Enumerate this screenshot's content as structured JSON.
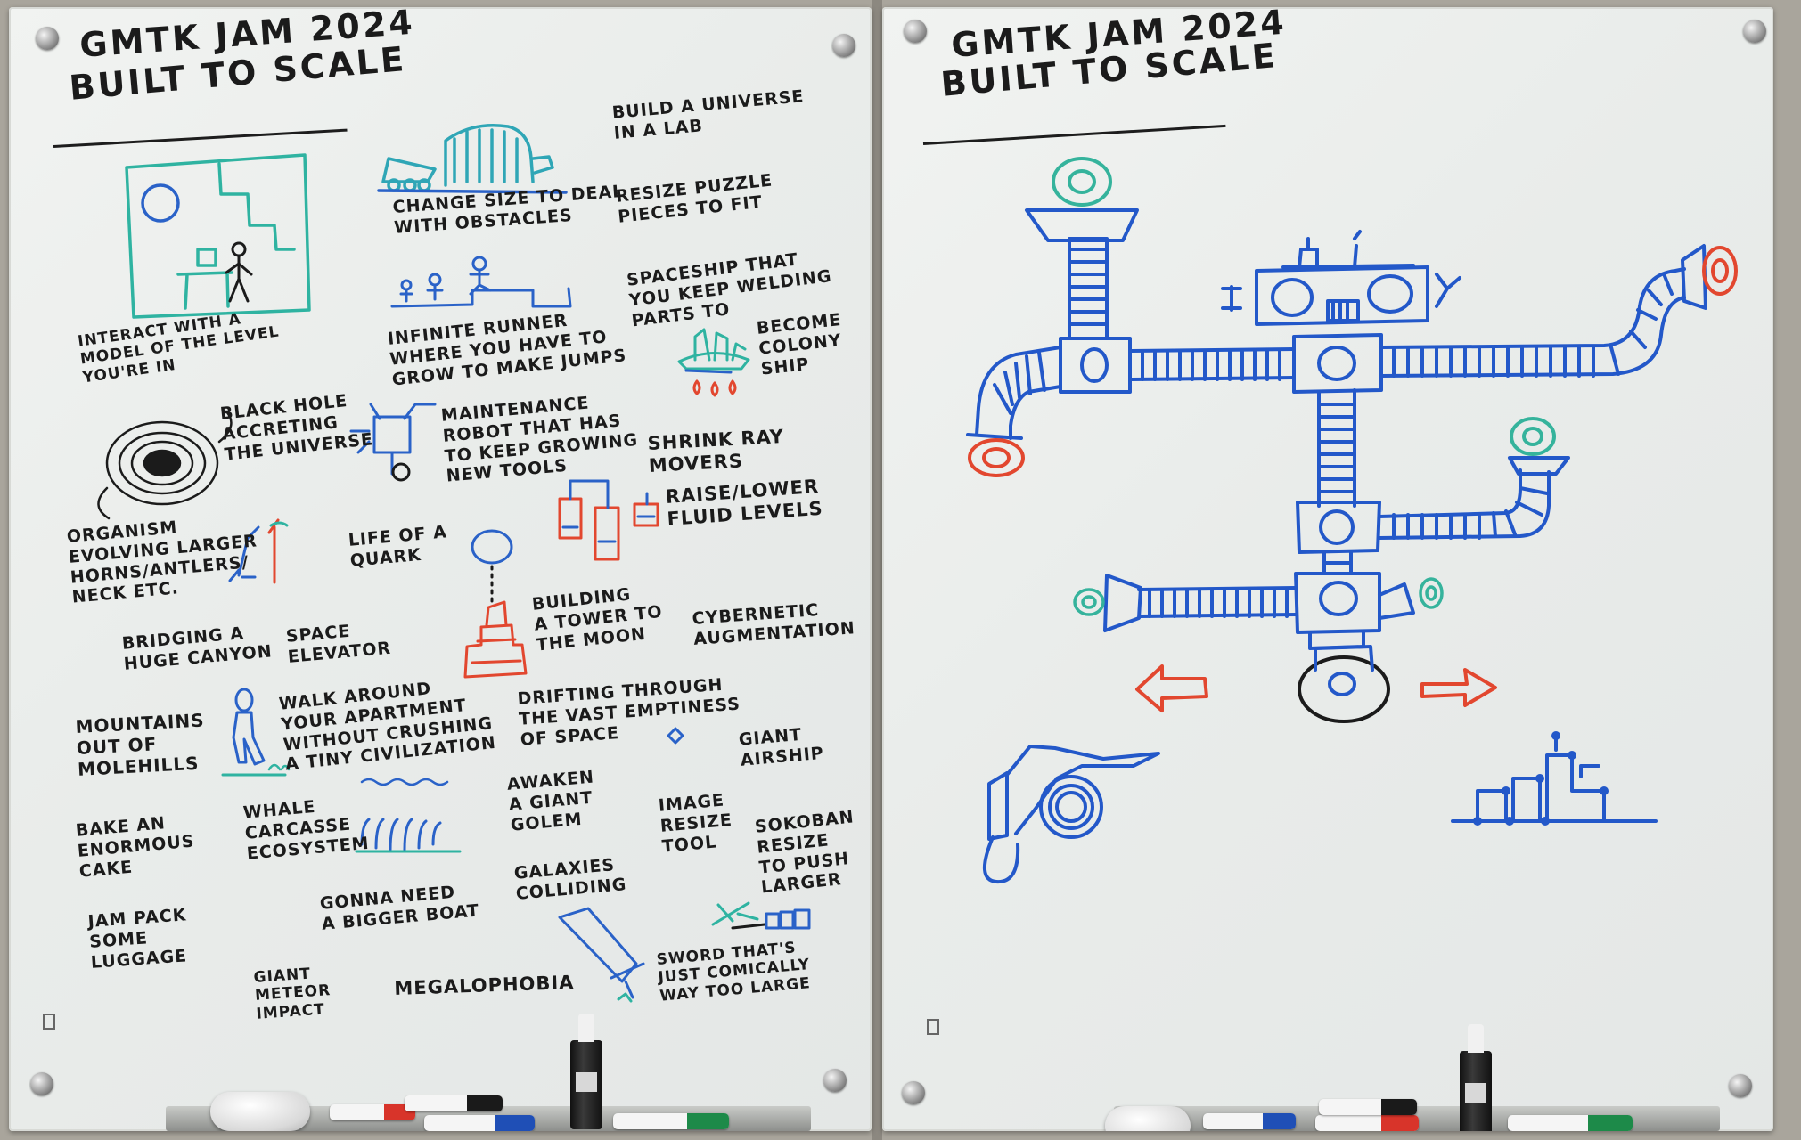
{
  "left_board": {
    "title_line1": "GMTK Jam 2024",
    "title_line2": "BUILT TO SCALE",
    "ideas": [
      "BUILD A UNIVERSE\nIN A LAB",
      "CHANGE SIZE TO DEAL\nWITH OBSTACLES",
      "RESIZE PUZZLE\nPIECES TO FIT",
      "INTERACT WITH A\nMODEL OF THE LEVEL\nYOU'RE IN",
      "SPACESHIP THAT\nYOU KEEP WELDING\nPARTS TO",
      "BECOME\nCOLONY\nSHIP",
      "INFINITE RUNNER\nWHERE YOU HAVE TO\nGROW TO MAKE JUMPS",
      "BLACK HOLE\nACCRETING\nTHE UNIVERSE",
      "MAINTENANCE\nROBOT THAT HAS\nTO KEEP GROWING\nNEW TOOLS",
      "SHRINK RAY MOVERS",
      "RAISE/LOWER\nFLUID LEVELS",
      "ORGANISM\nEVOLVING LARGER\nHORNS/ANTLERS/\nNECK ETC.",
      "LIFE OF A\nQUARK",
      "BUILDING\nA TOWER TO\nTHE MOON",
      "CYBERNETIC\nAUGMENTATION",
      "BRIDGING A\nHUGE CANYON",
      "SPACE\nELEVATOR",
      "DRIFTING THROUGH\nTHE VAST EMPTINESS\nOF SPACE",
      "MOUNTAINS\nOUT OF\nMOLEHILLS",
      "WALK AROUND\nYOUR APARTMENT\nWITHOUT CRUSHING\nA TINY CIVILIZATION",
      "GIANT\nAIRSHIP",
      "AWAKEN\nA GIANT\nGOLEM",
      "IMAGE\nRESIZE\nTOOL",
      "SOKOBAN\nRESIZE\nTO PUSH\nLARGER",
      "BAKE AN\nENORMOUS\nCAKE",
      "WHALE\nCARCASSE\nECOSYSTEM",
      "GALAXIES\nCOLLIDING",
      "GONNA NEED\nA BIGGER BOAT",
      "JAM PACK\nSOME\nLUGGAGE",
      "SWORD THAT'S\nJUST COMICALLY\nWAY TOO LARGE",
      "GIANT\nMETEOR\nIMPACT",
      "MEGALOPHOBIA"
    ]
  },
  "right_board": {
    "title_line1": "GMTK Jam 2024",
    "title_line2": "BUILT TO SCALE"
  },
  "colors": {
    "ink_black": "#1b1b1b",
    "ink_blue": "#2358c9",
    "ink_red": "#e2472f",
    "ink_teal": "#35b39c",
    "ink_green": "#2f9b5f",
    "board_white": "#eceeec"
  }
}
